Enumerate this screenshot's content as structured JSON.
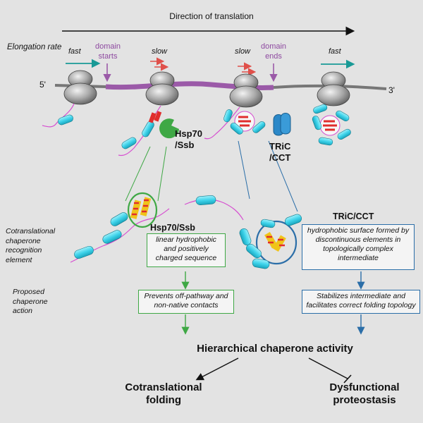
{
  "header": {
    "direction": "Direction of translation",
    "elongation_rate": "Elongation rate",
    "five_prime": "5'",
    "three_prime": "3'"
  },
  "ribosomes": [
    {
      "speed": "fast"
    },
    {
      "speed": "slow"
    },
    {
      "speed": "slow"
    },
    {
      "speed": "fast"
    }
  ],
  "domain_labels": {
    "starts": [
      "domain",
      "starts"
    ],
    "ends": [
      "domain",
      "ends"
    ]
  },
  "chaperones": {
    "hsp70_top": [
      "Hsp70",
      "/Ssb"
    ],
    "tric_top": [
      "TRiC",
      "/CCT"
    ],
    "hsp70_mid": "Hsp70/Ssb",
    "tric_mid": "TRiC/CCT"
  },
  "row_labels": {
    "recognition": [
      "Cotranslational",
      "chaperone",
      "recognition",
      "element"
    ],
    "action": [
      "Proposed",
      "chaperone",
      "action"
    ]
  },
  "boxes": {
    "hsp70_element": "linear hydrophobic and positively charged sequence",
    "tric_element": "hydrophobic surface formed by discontinuous elements in topologically complex intermediate",
    "hsp70_action": "Prevents off-pathway and non-native contacts",
    "tric_action": "Stabilizes intermediate and facilitates correct folding topology"
  },
  "outcomes": {
    "hierarchical": "Hierarchical chaperone activity",
    "cotranslational": [
      "Cotranslational",
      "folding"
    ],
    "dysfunctional": [
      "Dysfunctional",
      "proteostasis"
    ]
  },
  "colors": {
    "mrna_gray": "#777777",
    "domain_purple": "#9b5aa8",
    "fast_teal": "#199a96",
    "slow_red": "#e0504a",
    "hsp70_green": "#3fa845",
    "tric_blue": "#2b88c8",
    "helix_cyan": "#3ed3ea",
    "linker_magenta": "#d64fd0"
  }
}
